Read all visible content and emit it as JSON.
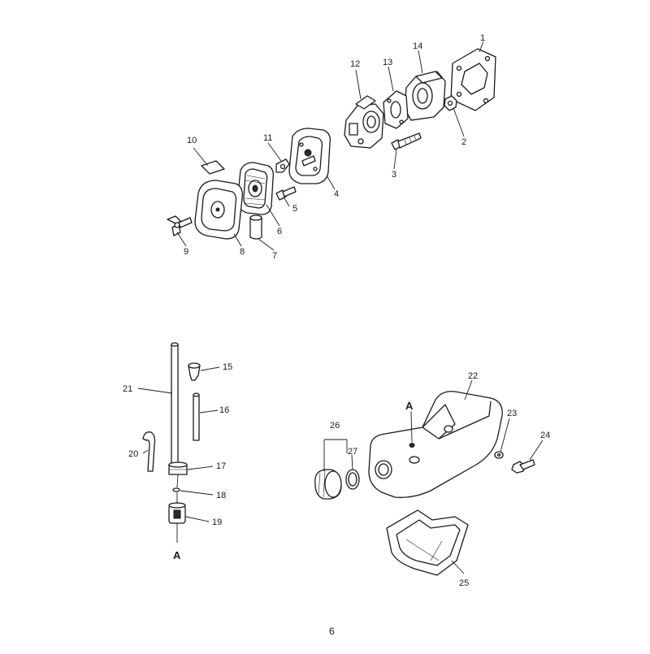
{
  "diagram": {
    "callouts": [
      {
        "id": "c1",
        "text": "1"
      },
      {
        "id": "c2",
        "text": "2"
      },
      {
        "id": "c3",
        "text": "3"
      },
      {
        "id": "c4",
        "text": "4"
      },
      {
        "id": "c5",
        "text": "5"
      },
      {
        "id": "c6",
        "text": "6"
      },
      {
        "id": "c7",
        "text": "7"
      },
      {
        "id": "c8",
        "text": "8"
      },
      {
        "id": "c9",
        "text": "9"
      },
      {
        "id": "c10",
        "text": "10"
      },
      {
        "id": "c11",
        "text": "11"
      },
      {
        "id": "c12",
        "text": "12"
      },
      {
        "id": "c13",
        "text": "13"
      },
      {
        "id": "c14",
        "text": "14"
      },
      {
        "id": "c15",
        "text": "15"
      },
      {
        "id": "c16",
        "text": "16"
      },
      {
        "id": "c17",
        "text": "17"
      },
      {
        "id": "c18",
        "text": "18"
      },
      {
        "id": "c19",
        "text": "19"
      },
      {
        "id": "c20",
        "text": "20"
      },
      {
        "id": "c21",
        "text": "21"
      },
      {
        "id": "c22",
        "text": "22"
      },
      {
        "id": "c23",
        "text": "23"
      },
      {
        "id": "c24",
        "text": "24"
      },
      {
        "id": "c25",
        "text": "25"
      },
      {
        "id": "c26",
        "text": "26"
      },
      {
        "id": "c27",
        "text": "27"
      }
    ],
    "reference_marks": {
      "a_tank": "A",
      "a_filter": "A"
    },
    "page_number": "6"
  }
}
